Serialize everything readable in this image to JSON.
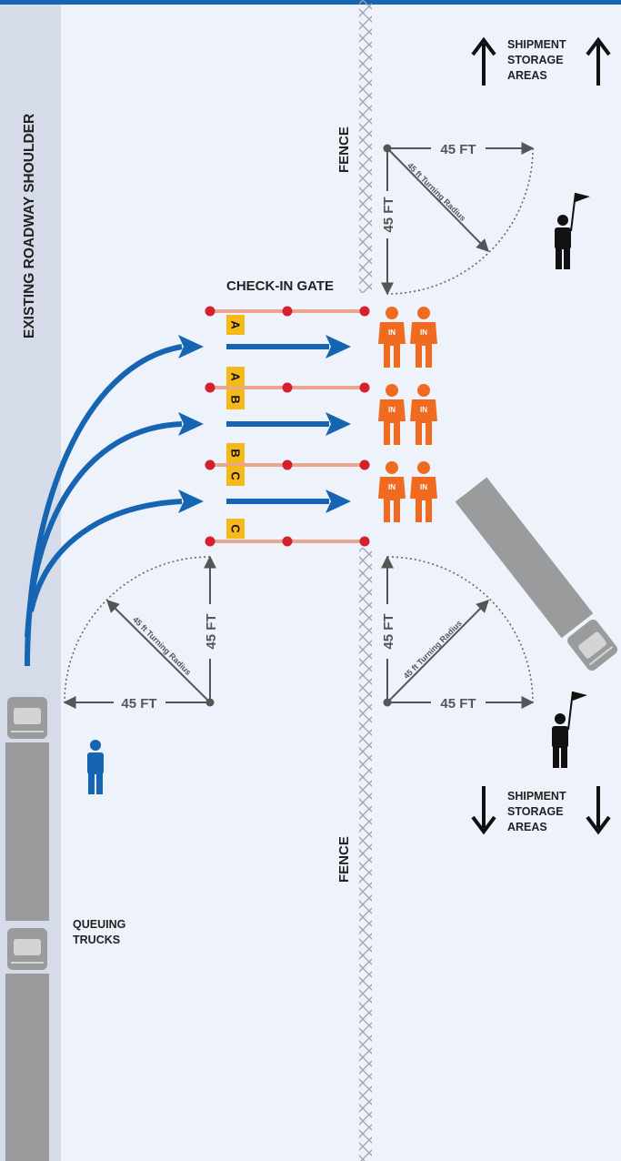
{
  "labels": {
    "roadway_shoulder": "EXISTING ROADWAY SHOULDER",
    "check_in_gate": "CHECK-IN GATE",
    "fence": "FENCE",
    "shipment_storage_areas": [
      "SHIPMENT",
      "STORAGE",
      "AREAS"
    ],
    "queuing_trucks": [
      "QUEUING",
      "TRUCKS"
    ],
    "distance_45ft": "45 FT",
    "turning_radius": "45 ft Turning Radius",
    "inspector_badge": "IN"
  },
  "lanes": [
    {
      "name": "A",
      "tags": [
        "A"
      ]
    },
    {
      "name": "B",
      "tags": [
        "A",
        "B"
      ]
    },
    {
      "name": "C",
      "tags": [
        "B",
        "C"
      ]
    },
    {
      "name": "C-end",
      "tags": [
        "C"
      ]
    }
  ],
  "colors": {
    "background": "#eef2fa",
    "shoulder": "#d5dbe9",
    "top_bar": "#1565b3",
    "arrow_blue": "#1565b3",
    "gate_bar": "#e8a590",
    "gate_post": "#d4202a",
    "tag": "#f6b91a",
    "inspector": "#f06b1f",
    "truck": "#9a9b9d",
    "dimension": "#555555",
    "fence": "#9aa3b4"
  },
  "icons": [
    "truck-icon",
    "person-icon",
    "flagger-icon",
    "inspector-icon",
    "arrow-up-icon",
    "arrow-down-icon"
  ]
}
